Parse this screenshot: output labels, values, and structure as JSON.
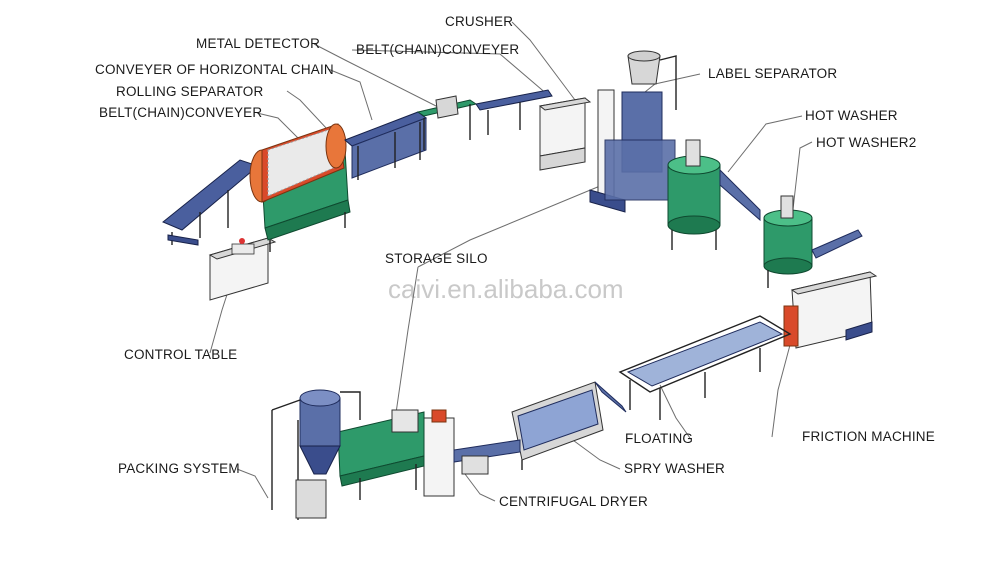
{
  "watermark": "caivi.en.alibaba.com",
  "labels": {
    "crusher": "CRUSHER",
    "metal_detector": "METAL DETECTOR",
    "belt_conveyer_top": "BELT(CHAIN)CONVEYER",
    "horizontal_chain": "CONVEYER OF HORIZONTAL CHAIN",
    "label_separator": "LABEL SEPARATOR",
    "rolling_separator": "ROLLING SEPARATOR",
    "belt_conveyer_left": "BELT(CHAIN)CONVEYER",
    "hot_washer": "HOT WASHER",
    "hot_washer2": "HOT WASHER2",
    "storage_silo": "STORAGE SILO",
    "control_table": "CONTROL TABLE",
    "floating": "FLOATING",
    "friction_machine": "FRICTION MACHINE",
    "packing_system": "PACKING SYSTEM",
    "spry_washer": "SPRY WASHER",
    "centrifugal_dryer": "CENTRIFUGAL DRYER"
  },
  "colors": {
    "steel": "#5a6fa8",
    "machine_green": "#2e9a6a",
    "roller_orange": "#e8763a",
    "leader_line": "#6e6e6e"
  }
}
